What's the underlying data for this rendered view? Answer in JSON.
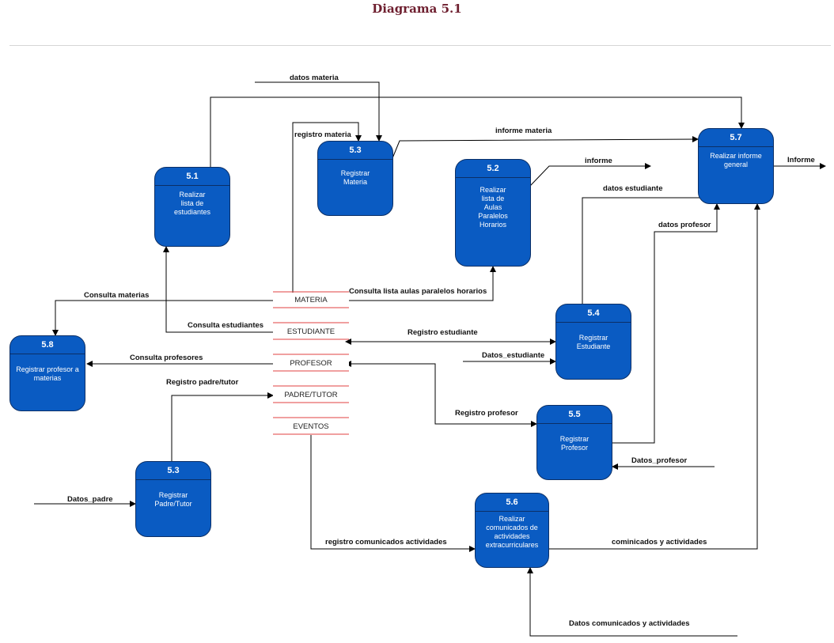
{
  "title": "Diagrama 5.1",
  "processes": {
    "p51": {
      "num": "5.1",
      "text": "Realizar\nlista de\nestudiantes"
    },
    "p53a": {
      "num": "5.3",
      "text": "Registrar\nMateria"
    },
    "p52": {
      "num": "5.2",
      "text": "Realizar\nlista de\nAulas\nParalelos\nHorarios"
    },
    "p57": {
      "num": "5.7",
      "text": "Realizar informe\ngeneral"
    },
    "p54": {
      "num": "5.4",
      "text": "Registrar\nEstudiante"
    },
    "p58": {
      "num": "5.8",
      "text": "Registrar profesor a\nmaterias"
    },
    "p55": {
      "num": "5.5",
      "text": "Registrar\nProfesor"
    },
    "p53b": {
      "num": "5.3",
      "text": "Registrar\nPadre/Tutor"
    },
    "p56": {
      "num": "5.6",
      "text": "Realizar\ncomunicados de\nactividades\nextracurriculares"
    }
  },
  "stores": [
    "MATERIA",
    "ESTUDIANTE",
    "PROFESOR",
    "PADRE/TUTOR",
    "EVENTOS"
  ],
  "flows": {
    "datos_materia": "datos materia",
    "registro_materia": "registro materia",
    "informe_materia": "informe materia",
    "informe_out": "Informe",
    "informe": "informe",
    "datos_estudiante": "datos estudiante",
    "datos_profesor": "datos profesor",
    "consulta_materias": "Consulta materias",
    "consulta_lista": "Consulta lista aulas paralelos horarios",
    "consulta_estudiantes": "Consulta estudiantes",
    "registro_estudiante": "Registro estudiante",
    "datos_estudiante_in": "Datos_estudiante",
    "consulta_profesores": "Consulta profesores",
    "registro_padre": "Registro padre/tutor",
    "registro_profesor": "Registro profesor",
    "datos_profesor_in": "Datos_profesor",
    "datos_padre": "Datos_padre",
    "registro_comunicados": "registro comunicados actividades",
    "comunicados_actividades": "cominicados y actividades",
    "datos_comunicados": "Datos comunicados y actividades"
  },
  "colors": {
    "process_fill": "#0a5bc2",
    "process_border": "#0b2f66",
    "store_lines": "#e04040",
    "title": "#6e1f2f"
  }
}
